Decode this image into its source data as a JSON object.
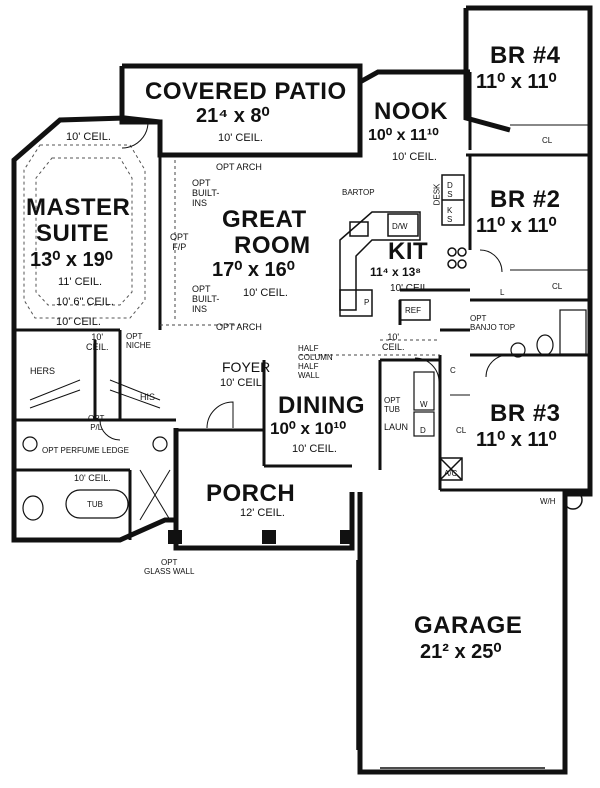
{
  "rooms": {
    "br4": {
      "name": "BR #4",
      "dim": "11⁰ x 11⁰"
    },
    "patio": {
      "name": "COVERED PATIO",
      "dim": "21⁴ x 8⁰",
      "ceil": "10' CEIL."
    },
    "nook": {
      "name": "NOOK",
      "dim": "10⁰ x 11¹⁰",
      "ceil": "10' CEIL."
    },
    "master": {
      "name1": "MASTER",
      "name2": "SUITE",
      "dim": "13⁰ x 19⁰",
      "ceil": "11' CEIL.",
      "ceil_top": "10' CEIL.",
      "ceil_tray": "10' 6\" CEIL.",
      "ceil_bottom": "10' CEIL."
    },
    "great": {
      "name1": "GREAT",
      "name2": "ROOM",
      "dim": "17⁰ x 16⁰",
      "ceil": "10' CEIL."
    },
    "kit": {
      "name": "KIT",
      "dim": "11⁴ x 13⁸",
      "ceil": "10' CEIL."
    },
    "br2": {
      "name": "BR #2",
      "dim": "11⁰ x 11⁰"
    },
    "foyer": {
      "name": "FOYER",
      "ceil": "10' CEIL."
    },
    "dining": {
      "name": "DINING",
      "dim": "10⁰ x 10¹⁰",
      "ceil": "10' CEIL."
    },
    "br3": {
      "name": "BR #3",
      "dim": "11⁰ x 11⁰"
    },
    "porch": {
      "name": "PORCH",
      "ceil": "12' CEIL."
    },
    "garage": {
      "name": "GARAGE",
      "dim": "21² x 25⁰"
    }
  },
  "notes": {
    "opt_arch_top": "OPT ARCH",
    "opt_builtins_top": "OPT\nBUILT-\nINS",
    "opt_fp": "OPT\nF/P",
    "opt_builtins_bot": "OPT\nBUILT-\nINS",
    "opt_arch_bot": "OPT ARCH",
    "bartop": "BARTOP",
    "dw": "D/W",
    "p": "P",
    "ref": "REF",
    "desk": "DESK",
    "ds": "D\nS",
    "ks": "K\nS",
    "cl_br4": "CL",
    "cl_br2": "CL",
    "l_br2": "L",
    "opt_banjo": "OPT\nBANJO TOP",
    "ceil_hall": "10'\nCEIL.",
    "half_column": "HALF\nCOLUMN",
    "half_wall": "HALF\nWALL",
    "ceil_master_hall": "10'\nCEIL.",
    "opt_niche": "OPT\nNICHE",
    "hers": "HERS",
    "his": "HIS",
    "opt_pl": "OPT\nP/L",
    "opt_perfume": "OPT PERFUME LEDGE",
    "ceil_bath": "10' CEIL.",
    "tub": "TUB",
    "opt_glass": "OPT\nGLASS WALL",
    "opt_tub": "OPT\nTUB",
    "w": "W",
    "d": "D",
    "laun": "LAUN",
    "c": "C",
    "cl_laun": "CL",
    "ac": "A/C",
    "wh": "W/H"
  }
}
